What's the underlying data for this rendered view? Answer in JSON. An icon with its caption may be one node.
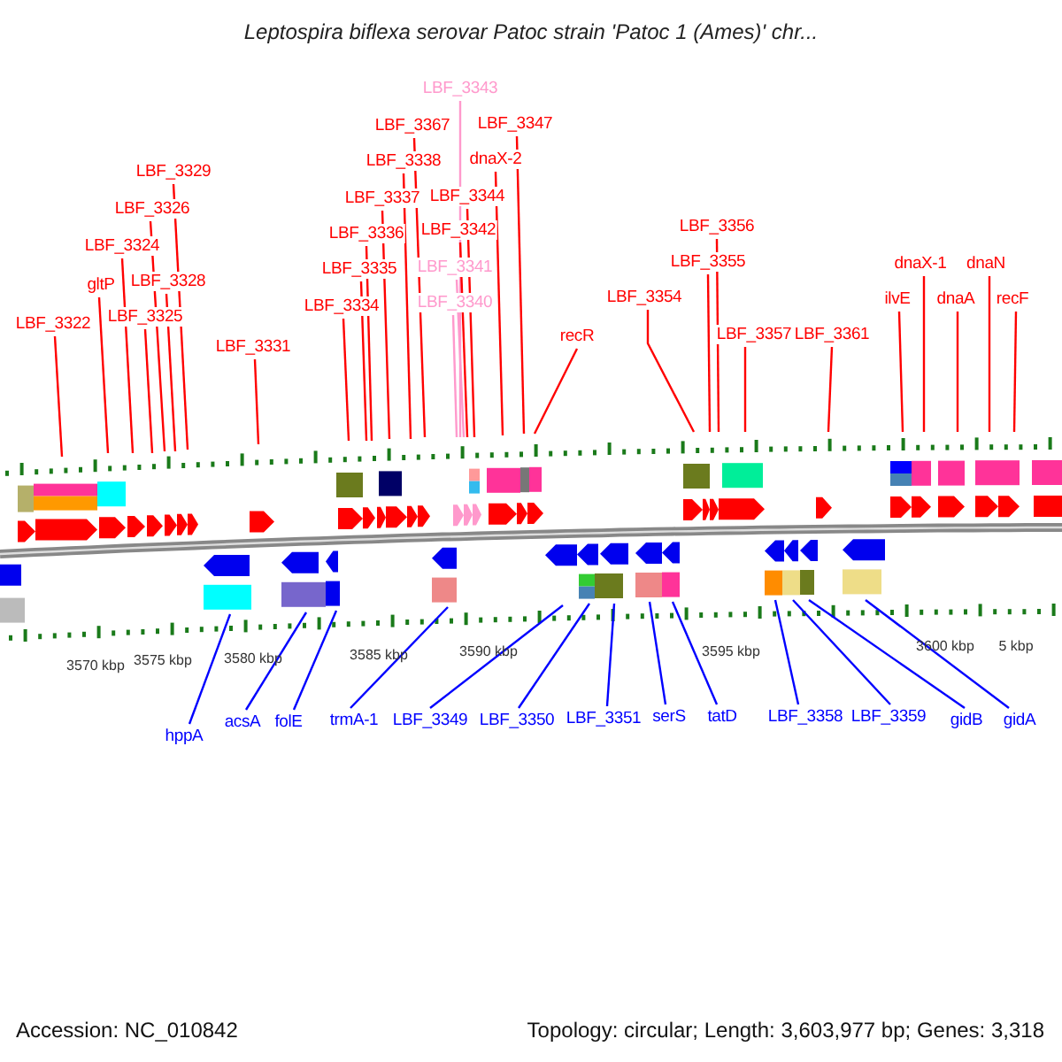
{
  "diagram": {
    "title": "Leptospira biflexa serovar Patoc strain 'Patoc 1 (Ames)' chr...",
    "nodes": [
      {
        "text": [
          "LBF_3322"
        ]
      },
      {
        "text": [
          "gltP"
        ]
      },
      {
        "text": [
          "LBF_3324"
        ]
      },
      {
        "text": [
          "LBF_3325"
        ]
      },
      {
        "text": [
          "LBF_3326"
        ]
      },
      {
        "text": [
          "LBF_3328"
        ]
      },
      {
        "text": [
          "LBF_3329"
        ]
      },
      {
        "text": [
          "LBF_3331"
        ]
      },
      {
        "text": [
          "LBF_3334"
        ]
      },
      {
        "text": [
          "LBF_3335"
        ]
      },
      {
        "text": [
          "LBF_3336"
        ]
      },
      {
        "text": [
          "LBF_3337"
        ]
      },
      {
        "text": [
          "LBF_3338"
        ]
      },
      {
        "text": [
          "LBF_3367"
        ]
      },
      {
        "text": [
          "LBF_3343"
        ]
      },
      {
        "text": [
          "LBF_3340"
        ]
      },
      {
        "text": [
          "LBF_3341"
        ]
      },
      {
        "text": [
          "LBF_3342"
        ]
      },
      {
        "text": [
          "LBF_3344"
        ]
      },
      {
        "text": [
          "dnaX-2"
        ]
      },
      {
        "text": [
          "LBF_3347"
        ]
      },
      {
        "text": [
          "recR"
        ]
      },
      {
        "text": [
          "LBF_3354"
        ]
      },
      {
        "text": [
          "LBF_3355"
        ]
      },
      {
        "text": [
          "LBF_3356"
        ]
      },
      {
        "text": [
          "LBF_3357"
        ]
      },
      {
        "text": [
          "LBF_3361"
        ]
      },
      {
        "text": [
          "ilvE"
        ]
      },
      {
        "text": [
          "dnaX-1"
        ]
      },
      {
        "text": [
          "dnaA"
        ]
      },
      {
        "text": [
          "dnaN"
        ]
      },
      {
        "text": [
          "recF"
        ]
      },
      {
        "text": [
          "hppA"
        ]
      },
      {
        "text": [
          "acsA"
        ]
      },
      {
        "text": [
          "folE"
        ]
      },
      {
        "text": [
          "trmA-1"
        ]
      },
      {
        "text": [
          "LBF_3349"
        ]
      },
      {
        "text": [
          "LBF_3350"
        ]
      },
      {
        "text": [
          "LBF_3351"
        ]
      },
      {
        "text": [
          "serS"
        ]
      },
      {
        "text": [
          "tatD"
        ]
      },
      {
        "text": [
          "LBF_3358"
        ]
      },
      {
        "text": [
          "LBF_3359"
        ]
      },
      {
        "text": [
          "gidB"
        ]
      },
      {
        "text": [
          "gidA"
        ]
      }
    ],
    "edges": [
      {
        "from": 0,
        "to": null,
        "arrow": "none"
      },
      {
        "from": 1,
        "to": null,
        "arrow": "none"
      },
      {
        "from": 2,
        "to": null,
        "arrow": "none"
      },
      {
        "from": 3,
        "to": null,
        "arrow": "none"
      },
      {
        "from": 4,
        "to": null,
        "arrow": "none"
      },
      {
        "from": 5,
        "to": null,
        "arrow": "none"
      },
      {
        "from": 6,
        "to": null,
        "arrow": "none"
      },
      {
        "from": 7,
        "to": null,
        "arrow": "none"
      },
      {
        "from": 8,
        "to": null,
        "arrow": "none"
      },
      {
        "from": 9,
        "to": null,
        "arrow": "none"
      },
      {
        "from": 10,
        "to": null,
        "arrow": "none"
      },
      {
        "from": 11,
        "to": null,
        "arrow": "none"
      },
      {
        "from": 12,
        "to": null,
        "arrow": "none"
      },
      {
        "from": 13,
        "to": null,
        "arrow": "none"
      },
      {
        "from": 14,
        "to": null,
        "arrow": "none",
        "color": "#ff99cc"
      },
      {
        "from": 15,
        "to": null,
        "arrow": "none",
        "color": "#ff99cc"
      },
      {
        "from": 16,
        "to": null,
        "arrow": "none",
        "color": "#ff99cc"
      },
      {
        "from": 17,
        "to": null,
        "arrow": "none"
      },
      {
        "from": 18,
        "to": null,
        "arrow": "none"
      },
      {
        "from": 19,
        "to": null,
        "arrow": "none"
      },
      {
        "from": 20,
        "to": null,
        "arrow": "none"
      },
      {
        "from": 21,
        "to": null,
        "arrow": "none"
      },
      {
        "from": 22,
        "to": null,
        "arrow": "none"
      },
      {
        "from": 23,
        "to": null,
        "arrow": "none"
      },
      {
        "from": 24,
        "to": null,
        "arrow": "none"
      },
      {
        "from": 25,
        "to": null,
        "arrow": "none"
      },
      {
        "from": 26,
        "to": null,
        "arrow": "none"
      },
      {
        "from": 27,
        "to": null,
        "arrow": "none"
      },
      {
        "from": 28,
        "to": null,
        "arrow": "none"
      },
      {
        "from": 29,
        "to": null,
        "arrow": "none"
      },
      {
        "from": 30,
        "to": null,
        "arrow": "none"
      },
      {
        "from": 31,
        "to": null,
        "arrow": "none"
      },
      {
        "from": 32,
        "to": null,
        "arrow": "none",
        "color": "#0000ff"
      },
      {
        "from": 33,
        "to": null,
        "arrow": "none",
        "color": "#0000ff"
      },
      {
        "from": 34,
        "to": null,
        "arrow": "none",
        "color": "#0000ff"
      },
      {
        "from": 35,
        "to": null,
        "arrow": "none",
        "color": "#0000ff"
      },
      {
        "from": 36,
        "to": null,
        "arrow": "none",
        "color": "#0000ff"
      },
      {
        "from": 37,
        "to": null,
        "arrow": "none",
        "color": "#0000ff"
      },
      {
        "from": 38,
        "to": null,
        "arrow": "none",
        "color": "#0000ff"
      },
      {
        "from": 39,
        "to": null,
        "arrow": "none",
        "color": "#0000ff"
      },
      {
        "from": 40,
        "to": null,
        "arrow": "none",
        "color": "#0000ff"
      },
      {
        "from": 41,
        "to": null,
        "arrow": "none",
        "color": "#0000ff"
      },
      {
        "from": 42,
        "to": null,
        "arrow": "none",
        "color": "#0000ff"
      },
      {
        "from": 43,
        "to": null,
        "arrow": "none",
        "color": "#0000ff"
      },
      {
        "from": 44,
        "to": null,
        "arrow": "none",
        "color": "#0000ff"
      }
    ],
    "labels": [
      "3570 kbp",
      "3575 kbp",
      "3580 kbp",
      "3585 kbp",
      "3590 kbp",
      "3595 kbp",
      "3600 kbp",
      "5 kbp",
      "Accession: NC_010842",
      "Topology: circular; Length: 3,603,977 bp; Genes: 3,318"
    ]
  }
}
